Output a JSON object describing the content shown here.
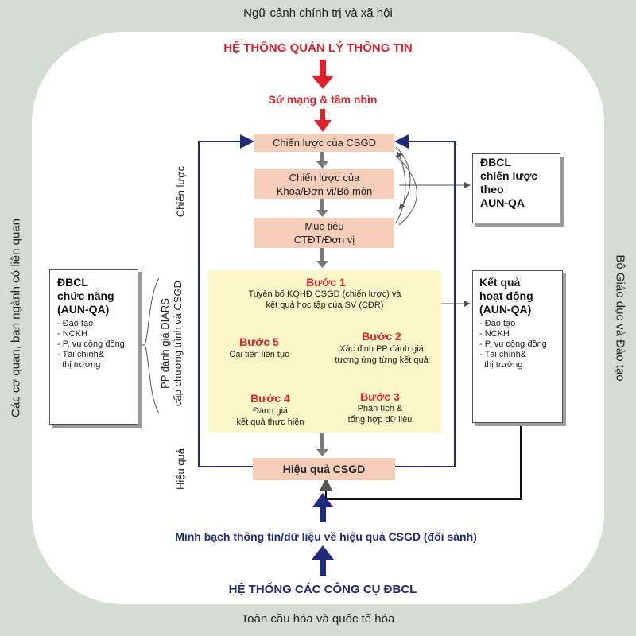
{
  "context": {
    "top": "Ngữ cảnh chính trị và xã hội",
    "bottom": "Toàn cầu hóa và quốc tế hóa",
    "left": "Các cơ quan, ban ngành có liên quan",
    "right": "Bộ Giáo dục và Đào tạo"
  },
  "headings": {
    "info_system": "HỆ THỐNG QUẢN LÝ THÔNG TIN",
    "mission": "Sứ mạng & tầm nhìn",
    "transparency": "Minh bạch thông tin/dữ liệu về hiệu quả CSGD (đối sánh)",
    "tools": "HỆ THỐNG CÁC CÔNG CỤ ĐBCL"
  },
  "boxes": {
    "strategy_institution": "Chiến lược của CSGD",
    "strategy_faculty_l1": "Chiến lược của",
    "strategy_faculty_l2": "Khoa/Đơn vị/Bộ môn",
    "objective_l1": "Mục tiêu",
    "objective_l2": "CTĐT/Đơn vị",
    "effectiveness": "Hiệu quả CSGD"
  },
  "steps": [
    {
      "title": "Bước 1",
      "l1": "Tuyên bố KQHĐ CSGD (chiến lược) và",
      "l2": "kết quả học tập của SV (CĐR)"
    },
    {
      "title": "Bước 2",
      "l1": "Xác định PP đánh giá",
      "l2": "tương ứng từng kết quả"
    },
    {
      "title": "Bước 3",
      "l1": "Phân tích &",
      "l2": "tổng hợp dữ liệu"
    },
    {
      "title": "Bước 4",
      "l1": "Đánh giá",
      "l2": "kết quả thực hiện"
    },
    {
      "title": "Bước 5",
      "l1": "Cải tiến liên tục",
      "l2": ""
    }
  ],
  "vertical_labels": {
    "strategy": "Chiến lược",
    "diars_l1": "PP đánh giá DIARS",
    "diars_l2": "cấp chương trình và CSGD",
    "effectiveness": "Hiệu quả"
  },
  "side_boxes": {
    "strategic_qa": {
      "l1": "ĐBCL",
      "l2": "chiến lược",
      "l3": "theo",
      "l4": "AUN-QA"
    },
    "functional_qa": {
      "l1": "ĐBCL",
      "l2": "chức năng",
      "l3": "(AUN-QA)",
      "items": [
        "- Đào tạo",
        "- NCKH",
        "- P. vụ cộng đồng",
        "- Tài chính&",
        "  thị trường"
      ]
    },
    "results": {
      "l1": "Kết quả",
      "l2": "hoạt động",
      "l3": "(AUN-QA)",
      "items": [
        "- Đào tạo",
        "- NCKH",
        "- P. vụ cộng đồng",
        "- Tài chính&",
        "  thị trường"
      ]
    }
  },
  "colors": {
    "ring": "#d3ddd3",
    "red": "#e0212b",
    "navy": "#1f2a7a",
    "box_fill": "#f6cdb9",
    "steps_bg": "#fbf7c8",
    "gray_arrow": "#7a7a7a"
  }
}
